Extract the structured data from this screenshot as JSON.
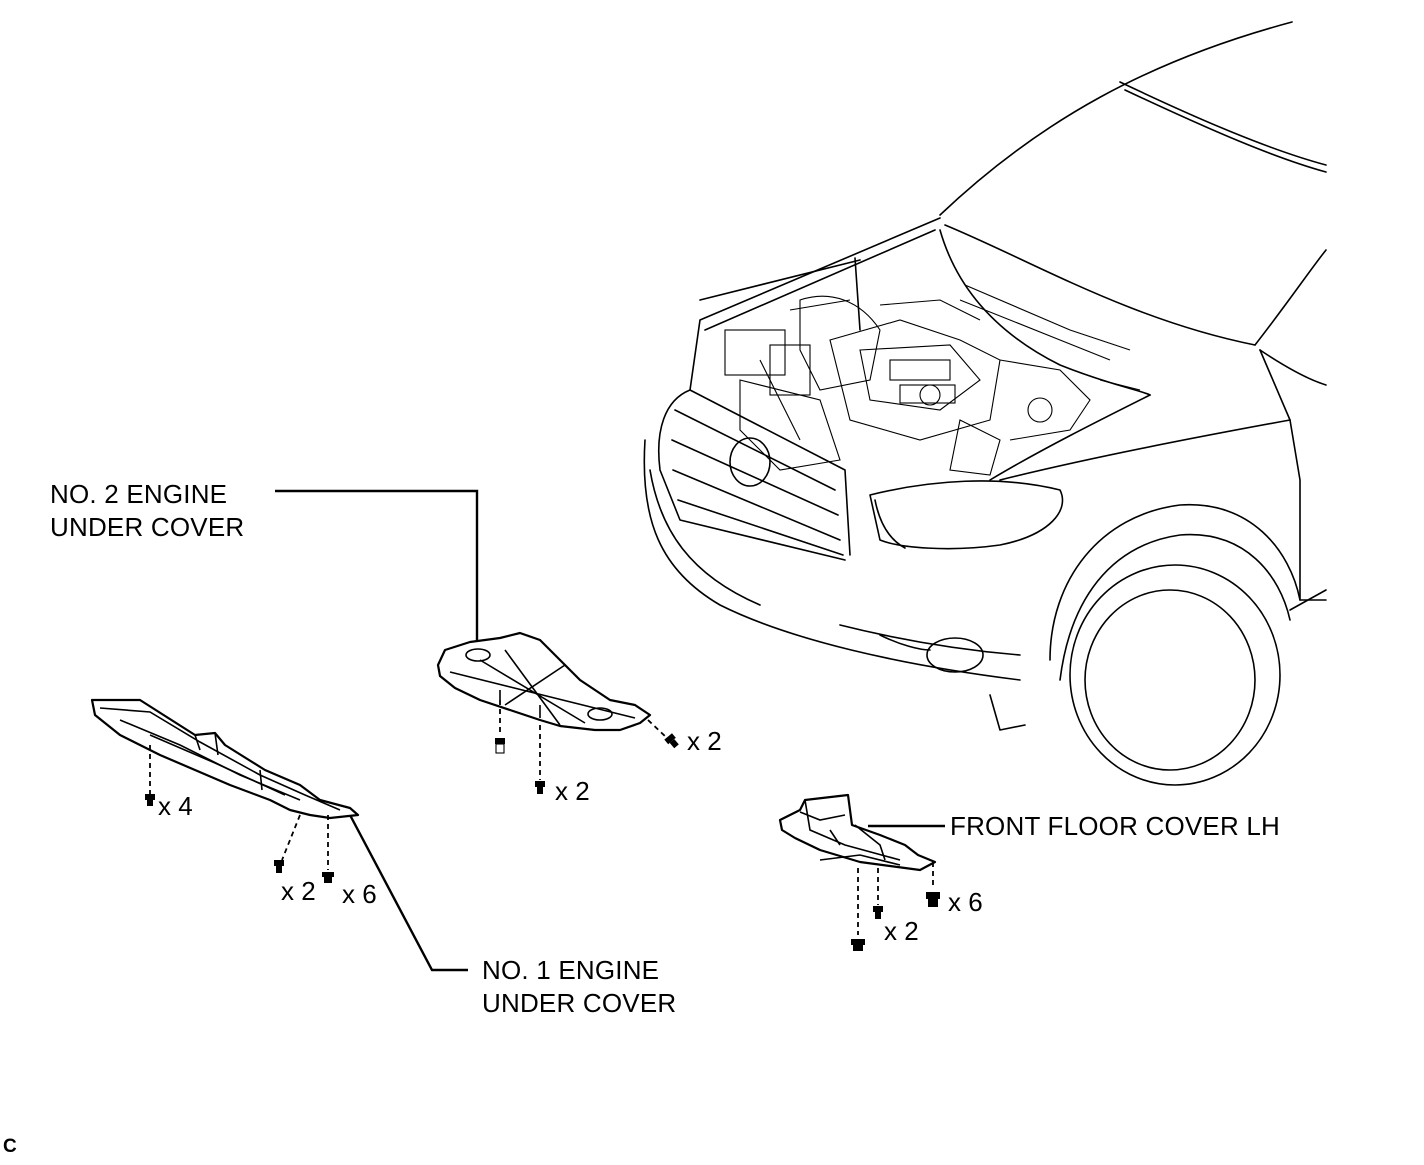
{
  "labels": {
    "no2_line1": "NO. 2 ENGINE",
    "no2_line2": "UNDER COVER",
    "no1_line1": "NO. 1 ENGINE",
    "no1_line2": "UNDER COVER",
    "floor": "FRONT FLOOR COVER LH"
  },
  "quantities": {
    "no1_left": "x 4",
    "no1_mid": "x 2",
    "no1_right": "x 6",
    "no2_right": "x 2",
    "no2_bottom": "x 2",
    "floor_right": "x 6",
    "floor_bottom": "x 2"
  },
  "figure_code": "C",
  "icons": [
    "vehicle-front-illustration",
    "bolt-icon",
    "clip-icon"
  ],
  "colors": {
    "line": "#000000",
    "background": "#ffffff"
  }
}
